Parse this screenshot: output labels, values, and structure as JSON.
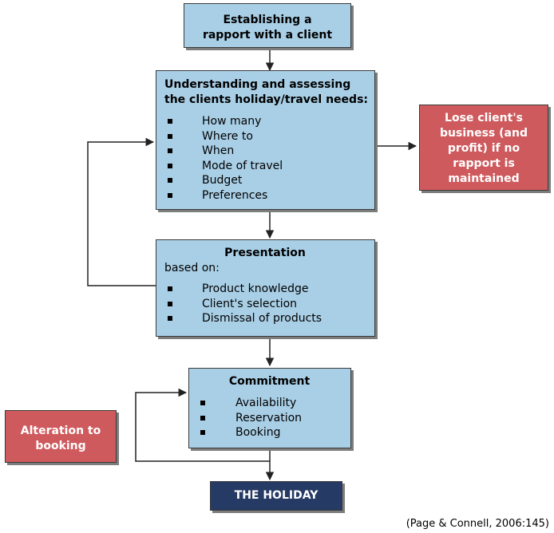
{
  "rapport": {
    "title": "Establishing a rapport with a client"
  },
  "needs": {
    "title": "Understanding and assessing the clients holiday/travel needs:",
    "items": [
      "How many",
      "Where to",
      "When",
      "Mode of travel",
      "Budget",
      "Preferences"
    ]
  },
  "lose": {
    "text": "Lose client's business (and profit) if no rapport is maintained"
  },
  "presentation": {
    "title": "Presentation",
    "subtitle": "based on:",
    "items": [
      "Product knowledge",
      "Client's selection",
      "Dismissal of products"
    ]
  },
  "commitment": {
    "title": "Commitment",
    "items": [
      "Availability",
      "Reservation",
      "Booking"
    ]
  },
  "alteration": {
    "text": "Alteration to booking"
  },
  "holiday": {
    "text": "THE HOLIDAY"
  },
  "citation": "(Page & Connell, 2006:145)",
  "colors": {
    "box_fill": "#a9cfe6",
    "alert_fill": "#cf5a5d",
    "final_fill": "#253a64"
  }
}
